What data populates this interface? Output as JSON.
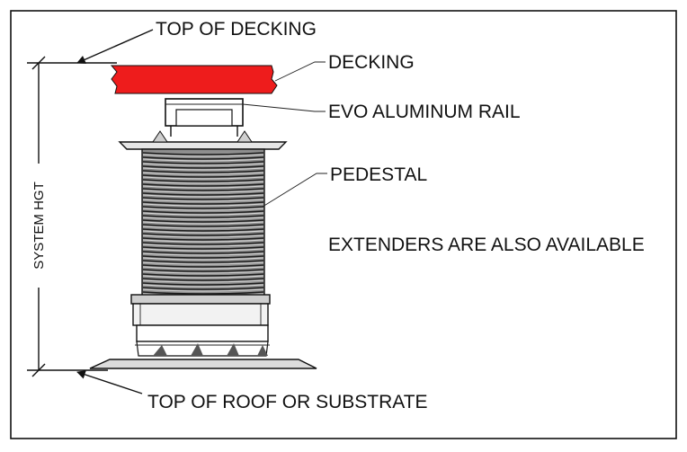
{
  "labels": {
    "top_of_decking": "TOP OF DECKING",
    "decking": "DECKING",
    "rail": "EVO ALUMINUM RAIL",
    "pedestal": "PEDESTAL",
    "extenders": "EXTENDERS ARE ALSO AVAILABLE",
    "system_height": "SYSTEM HGT",
    "top_of_roof": "TOP OF ROOF OR SUBSTRATE"
  },
  "colors": {
    "decking": "#ee1c1c",
    "line": "#111111",
    "background": "#ffffff"
  }
}
